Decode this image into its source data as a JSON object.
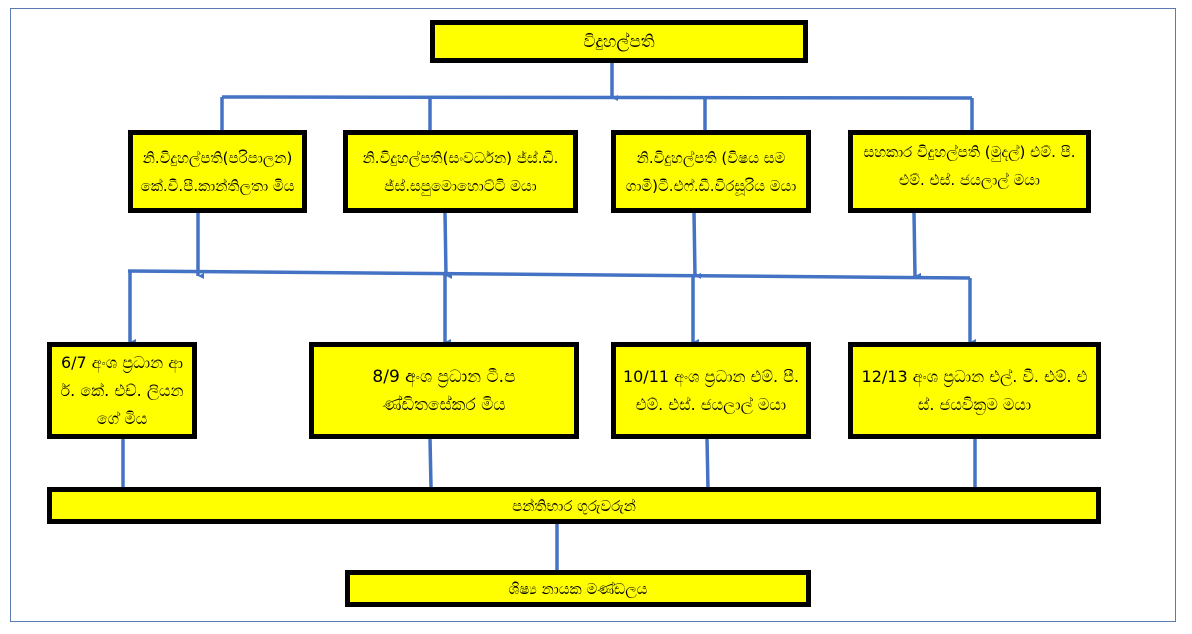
{
  "colors": {
    "box_fill": "#ffff00",
    "box_border": "#000000",
    "connector": "#4472c4"
  },
  "principal": "විදුහල්පති",
  "deputies": [
    "නි.විදුහල්පති(පරිපාලන)කේ.වී.පී.කාන්තිලතා මිය",
    "නි.විදුහල්පති(සංවර්ධන) ජ්ස්.ඩී.ජ්ස්.සපුමොහොට්ටි මයා",
    "නි.විදුහල්පති (විෂය සමගාමී)ටී.එෆ්.ඩී.විරසූරිය මයා",
    "සහකාර විදුහල්පති (මුදල්) එම්. පී. එම්. එස්. ජයලාල් මයා"
  ],
  "section_heads": [
    "6/7 අංශ ප්‍රධාන ආර්. කේ. එච්. ලියනගේ මිය",
    "8/9 අංශ ප්‍රධාන ටී.පණ්ඩිතසේකර මිය",
    "10/11 අංශ ප්‍රධාන එම්. පී. එම්. එස්. ජයලාල් මයා",
    "12/13 අංශ ප්‍රධාන එල්. වී. එම්. එස්. ජයවික්‍රම මයා"
  ],
  "class_teachers": "පන්තිභාර ගුරුවරුන්",
  "prefects": "ශිෂ්‍ය නායක මණ්ඩලය"
}
